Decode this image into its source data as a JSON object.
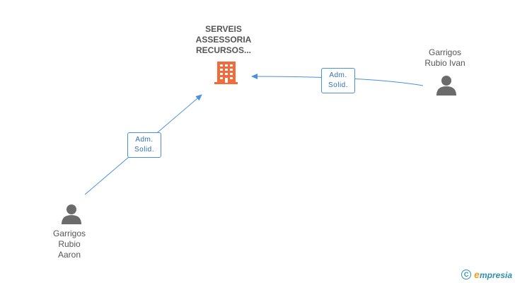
{
  "company": {
    "name": "SERVEIS\nASSESSORIA\nRECURSOS...",
    "color": "#f26b3a"
  },
  "persons": [
    {
      "id": "aaron",
      "name": "Garrigos\nRubio\nAaron"
    },
    {
      "id": "ivan",
      "name": "Garrigos\nRubio Ivan"
    }
  ],
  "edges": [
    {
      "from": "aaron",
      "to": "company",
      "label_line1": "Adm.",
      "label_line2": "Solid."
    },
    {
      "from": "ivan",
      "to": "company",
      "label_line1": "Adm.",
      "label_line2": "Solid."
    }
  ],
  "colors": {
    "edge": "#4a8fe0",
    "person_icon": "#6b6b6b"
  },
  "watermark": {
    "symbol": "C",
    "brand_initial": "e",
    "brand_rest": "mpresia"
  }
}
